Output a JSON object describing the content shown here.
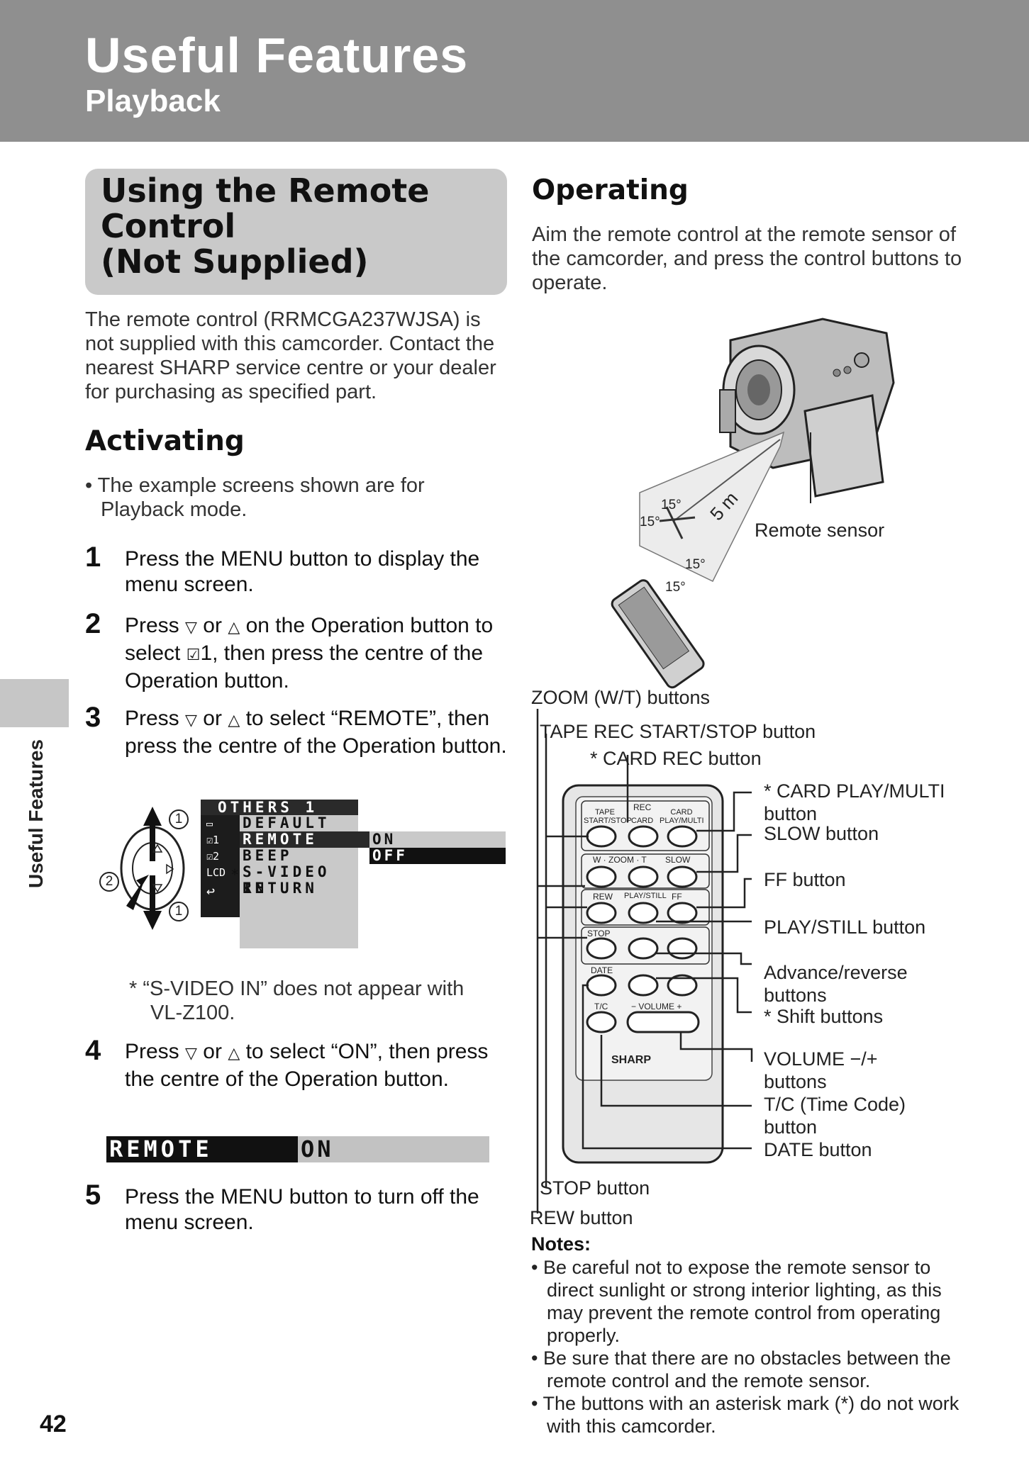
{
  "header": {
    "title": "Useful Features",
    "subtitle": "Playback"
  },
  "side_tab": "Useful Features",
  "page_number": "42",
  "section": {
    "title": "Using the Remote Control (Not Supplied)",
    "title_lines": [
      "Using the Remote",
      "Control",
      "(Not Supplied)"
    ],
    "intro": "The remote control (RRMCGA237WJSA) is not supplied with this camcorder. Contact the nearest SHARP service centre or your dealer for purchasing as specified part."
  },
  "activating": {
    "heading": "Activating",
    "note": "• The example screens shown are for Playback mode.",
    "steps": [
      {
        "num": "1",
        "text": "Press the MENU button to display the menu screen."
      },
      {
        "num": "2",
        "text_a": "Press",
        "text_b": "or",
        "text_c": "on the Operation button to select",
        "text_d": "1, then press the centre of the Operation button."
      },
      {
        "num": "3",
        "text_a": "Press",
        "text_b": "or",
        "text_c": "to select “REMOTE”, then press the centre of the Operation button."
      },
      {
        "num": "4",
        "text_a": "Press",
        "text_b": "or",
        "text_c": "to select “ON”, then press the centre of the Operation button."
      },
      {
        "num": "5",
        "text": "Press the MENU button to turn off the menu screen."
      }
    ],
    "footnote": "* “S-VIDEO IN” does not appear with VL-Z100."
  },
  "menu_screen": {
    "title": "OTHERS 1",
    "items": [
      "DEFAULT",
      "REMOTE",
      "BEEP",
      "S-VIDEO IN",
      "RETURN"
    ],
    "options": [
      "ON",
      "OFF"
    ],
    "icons": [
      "tape-icon",
      "check1-icon",
      "check2-icon",
      "lcd-icon",
      "return-icon"
    ],
    "icon_text": [
      "▭",
      "☑1",
      "☑2",
      "LCD",
      "↩"
    ],
    "asterisk": "*",
    "callouts": [
      "1",
      "2",
      "1"
    ]
  },
  "remote_bar": {
    "label": "REMOTE",
    "value": "ON"
  },
  "operating": {
    "heading": "Operating",
    "text": "Aim the remote control at the remote sensor of the camcorder, and press the control buttons to operate.",
    "angles": [
      "15°",
      "15°",
      "15°",
      "15°"
    ],
    "distance": "5 m",
    "sensor_label": "Remote sensor"
  },
  "remote_labels": {
    "zoom": "ZOOM (W/T) buttons",
    "tape_rec": "TAPE REC START/STOP button",
    "card_rec": "* CARD REC button",
    "card_play": "* CARD PLAY/MULTI button",
    "card_play_l1": "* CARD PLAY/MULTI",
    "card_play_l2": "button",
    "slow": "SLOW button",
    "ff": "FF button",
    "play": "PLAY/STILL button",
    "advance_l1": "Advance/reverse",
    "advance_l2": "buttons",
    "shift": "* Shift buttons",
    "volume_l1": "VOLUME −/+",
    "volume_l2": "buttons",
    "tc_l1": "T/C (Time Code)",
    "tc_l2": "button",
    "date": "DATE button",
    "stop": "STOP button",
    "rew": "REW button"
  },
  "remote_keys": {
    "tape": "TAPE START/STOP",
    "rec": "REC",
    "card": "CARD",
    "card_play": "CARD PLAY/MULTI",
    "zoom": "W · ZOOM · T",
    "slow": "SLOW",
    "rew": "REW",
    "play": "PLAY/STILL",
    "ff": "FF",
    "stop": "STOP",
    "date": "DATE",
    "tc": "T/C",
    "volume": "− VOLUME +",
    "brand": "SHARP"
  },
  "notes": {
    "title": "Notes:",
    "items": [
      "• Be careful not to expose the remote sensor to direct sunlight or strong interior lighting, as this may prevent the remote control from operating properly.",
      "• Be sure that there are no obstacles between the remote control and the remote sensor.",
      "• The buttons with an asterisk mark (*) do not work with this camcorder."
    ]
  },
  "colors": {
    "header_band": "#8f8f8f",
    "section_box": "#c9c9c9",
    "side_tab": "#c6c6c6"
  }
}
